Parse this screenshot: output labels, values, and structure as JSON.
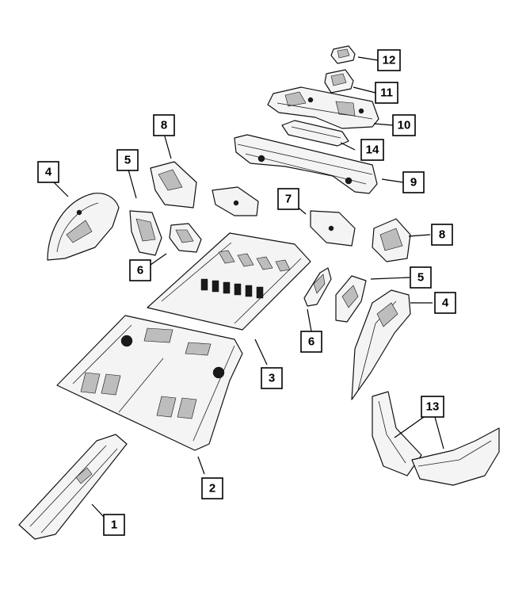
{
  "callouts": [
    {
      "id": "c1",
      "label": "1"
    },
    {
      "id": "c2",
      "label": "2"
    },
    {
      "id": "c3",
      "label": "3"
    },
    {
      "id": "c4a",
      "label": "4"
    },
    {
      "id": "c4b",
      "label": "4"
    },
    {
      "id": "c5a",
      "label": "5"
    },
    {
      "id": "c5b",
      "label": "5"
    },
    {
      "id": "c6a",
      "label": "6"
    },
    {
      "id": "c6b",
      "label": "6"
    },
    {
      "id": "c7",
      "label": "7"
    },
    {
      "id": "c8a",
      "label": "8"
    },
    {
      "id": "c8b",
      "label": "8"
    },
    {
      "id": "c9",
      "label": "9"
    },
    {
      "id": "c10",
      "label": "10"
    },
    {
      "id": "c11",
      "label": "11"
    },
    {
      "id": "c12",
      "label": "12"
    },
    {
      "id": "c13",
      "label": "13"
    },
    {
      "id": "c14",
      "label": "14"
    }
  ]
}
